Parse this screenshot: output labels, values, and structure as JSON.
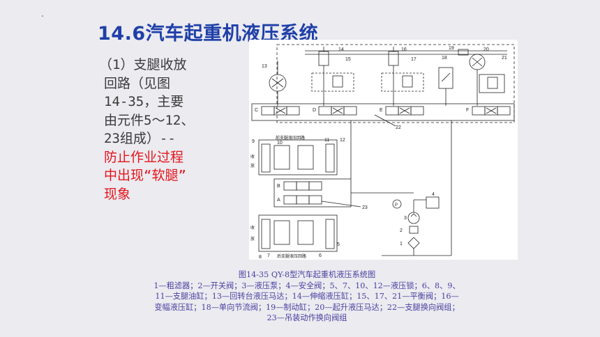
{
  "slide": {
    "title": "14.6汽车起重机液压系统",
    "body_lines": [
      "（1）支腿收放",
      "回路（见图",
      "14-35，主要",
      "由元件5～12、",
      "23组成）--"
    ],
    "highlight_lines": [
      "防止作业过程",
      "中出现“软腿”",
      "现象"
    ]
  },
  "figure": {
    "labels": {
      "n1": "1",
      "n2": "2",
      "n3": "3",
      "n4": "4",
      "n5": "5",
      "n6": "6",
      "n7": "7",
      "n8": "8",
      "n9": "9",
      "n10": "10",
      "n11": "11",
      "n12": "12",
      "n13": "13",
      "n14": "14",
      "n15": "15",
      "n16": "16",
      "n17": "17",
      "n18": "18",
      "n19": "19",
      "n20": "20",
      "n21": "21",
      "n22": "22",
      "n23": "23",
      "A": "A",
      "B": "B",
      "C": "C",
      "D": "D",
      "E": "E",
      "F": "F",
      "P": "P",
      "front_circuit": "前支腿液压回路",
      "rear_circuit": "后支腿液压回路",
      "shou1": "收",
      "fang1": "放",
      "shou2": "收",
      "fang2": "放"
    }
  },
  "caption": {
    "title": "图14-35   QY-8型汽车起重机液压系统图",
    "lines": [
      "1—粗滤器；2—开关阀；3—液压泵；4—安全阀；5、7、10、12—液压锁；6、8、9、",
      "11—支腿油缸；13—回转台液压马达；14—伸缩液压缸；15、17、21—平衡阀；16—",
      "变幅液压缸；18—单向节流阀；19—制动缸；20—起升液压马达；22—支腿换向阀组；",
      "23—吊装动作换向阀组"
    ]
  }
}
